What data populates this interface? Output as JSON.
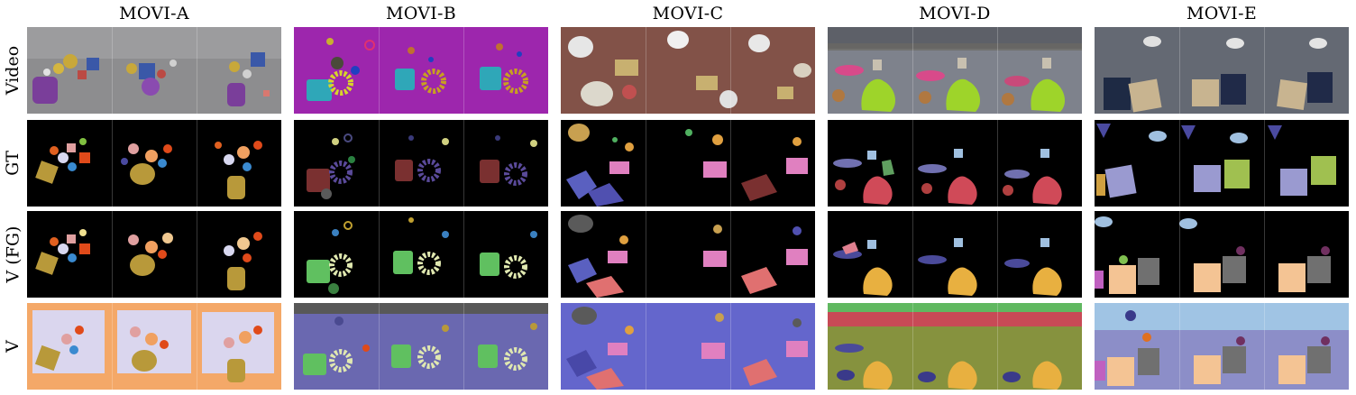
{
  "columns": [
    {
      "title": "MOVI-A"
    },
    {
      "title": "MOVI-B"
    },
    {
      "title": "MOVI-C"
    },
    {
      "title": "MOVI-D"
    },
    {
      "title": "MOVI-E"
    }
  ],
  "rows": [
    {
      "label": "Video"
    },
    {
      "label": "GT"
    },
    {
      "label": "V (FG)"
    },
    {
      "label": "V"
    }
  ]
}
